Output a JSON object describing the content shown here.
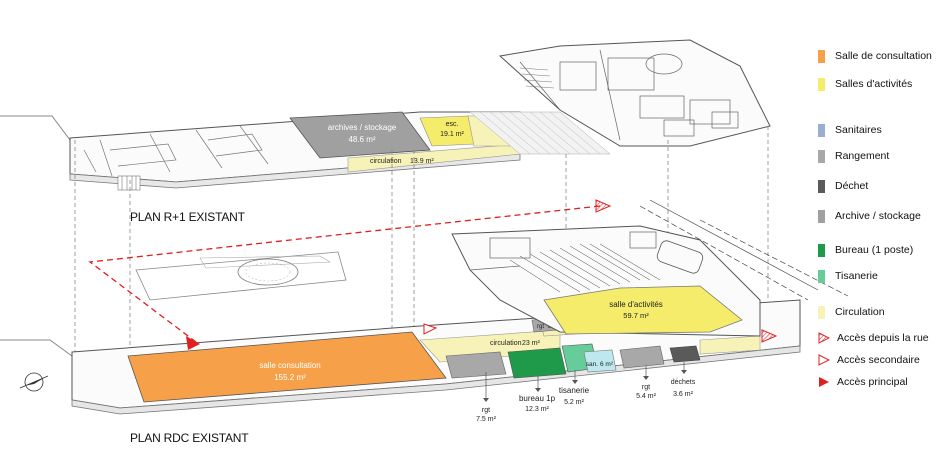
{
  "plans": {
    "upper_label": "PLAN R+1 EXISTANT",
    "ground_label": "PLAN RDC EXISTANT"
  },
  "rooms": {
    "archives": {
      "name": "archives / stockage",
      "area": "48.6 m²"
    },
    "esc": {
      "name": "esc.",
      "area": "19.1 m²"
    },
    "circulation_r1": {
      "name": "circulation",
      "area": "13.9 m²"
    },
    "salle_activites": {
      "name": "salle d'activités",
      "area": "59.7 m²"
    },
    "rgt_top": {
      "name": "rgt",
      "area": "8.2m²"
    },
    "circulation_rdc": {
      "name": "circulation",
      "area": "23 m²"
    },
    "san": {
      "name": "san.",
      "area": "6 m²"
    },
    "salle_consultation": {
      "name": "salle consultation",
      "area": "155.2 m²"
    },
    "rgt_left": {
      "name": "rgt",
      "area": "7.5 m²"
    },
    "bureau": {
      "name": "bureau 1p",
      "area": "12.3 m²"
    },
    "tisanerie": {
      "name": "tisanerie",
      "area": "5.2 m²"
    },
    "rgt_right": {
      "name": "rgt",
      "area": "5.4 m²"
    },
    "dechets": {
      "name": "déchets",
      "area": "3.6 m²"
    }
  },
  "legend": {
    "items": [
      {
        "label": "Salle de consultation",
        "color": "#f7a04a"
      },
      {
        "label": "Salles d'activités",
        "color": "#f5ec6c"
      },
      {
        "label": "Sanitaires",
        "color": "#9aaed0"
      },
      {
        "label": "Rangement",
        "color": "#a8a8a8"
      },
      {
        "label": "Déchet",
        "color": "#5a5a5a"
      },
      {
        "label": "Archive / stockage",
        "color": "#a0a0a0"
      },
      {
        "label": "Bureau  (1 poste)",
        "color": "#1e9a4a"
      },
      {
        "label": "Tisanerie",
        "color": "#66cc99"
      },
      {
        "label": "Circulation",
        "color": "#f7f3b8"
      }
    ],
    "access": [
      {
        "label": "Accès depuis la rue",
        "icon": "hatched-triangle-icon"
      },
      {
        "label": "Accès secondaire",
        "icon": "outline-triangle-icon"
      },
      {
        "label": "Accès principal",
        "icon": "filled-triangle-icon"
      }
    ],
    "access_color": "#e02020"
  }
}
